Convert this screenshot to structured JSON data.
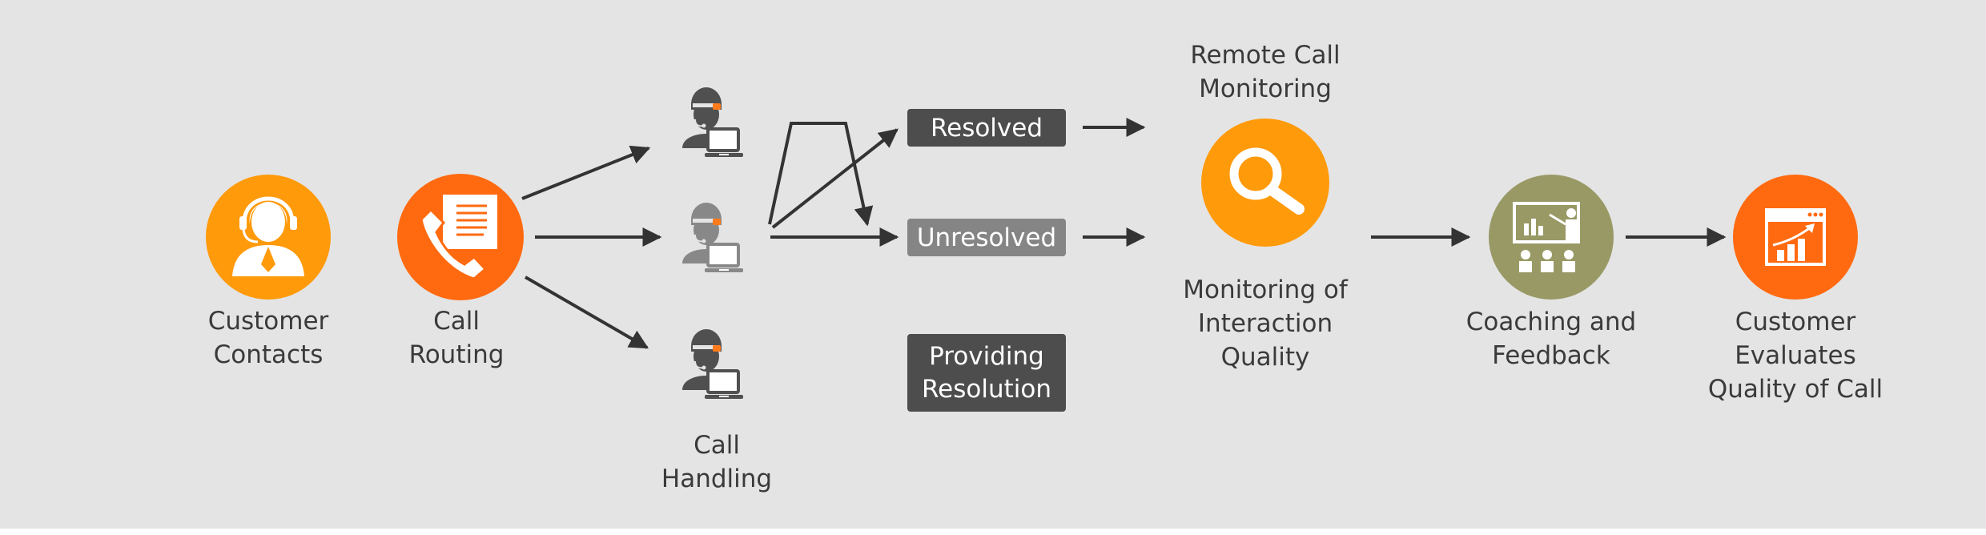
{
  "colors": {
    "background": "#e4e4e4",
    "orange": "#ff9a0a",
    "deep_orange": "#ff6a10",
    "olive": "#999966",
    "agent_dark": "#505050",
    "agent_light": "#888888",
    "box_dark": "#4d4d4d",
    "box_light": "#858585",
    "arrow": "#333333",
    "text": "#3a3a3a"
  },
  "nodes": {
    "customer_contacts": {
      "icon": "customer-support-headset-icon",
      "line1": "Customer",
      "line2": "Contacts"
    },
    "call_routing": {
      "icon": "phone-document-icon",
      "line1": "Call",
      "line2": "Routing"
    },
    "call_handling": {
      "icon": "agent-laptop-icon",
      "line1": "Call",
      "line2": "Handling"
    },
    "remote_call_monitoring": {
      "icon": "magnifying-glass-icon",
      "line1": "Remote Call",
      "line2": "Monitoring"
    },
    "monitoring_quality": {
      "line1": "Monitoring of",
      "line2": "Interaction",
      "line3": "Quality"
    },
    "coaching_feedback": {
      "icon": "presentation-audience-icon",
      "line1": "Coaching and",
      "line2": "Feedback"
    },
    "customer_evaluates": {
      "icon": "browser-growth-chart-icon",
      "line1": "Customer",
      "line2": "Evaluates",
      "line3": "Quality of Call"
    }
  },
  "outcomes": {
    "resolved": "Resolved",
    "unresolved": "Unresolved",
    "providing_resolution_line1": "Providing",
    "providing_resolution_line2": "Resolution"
  }
}
